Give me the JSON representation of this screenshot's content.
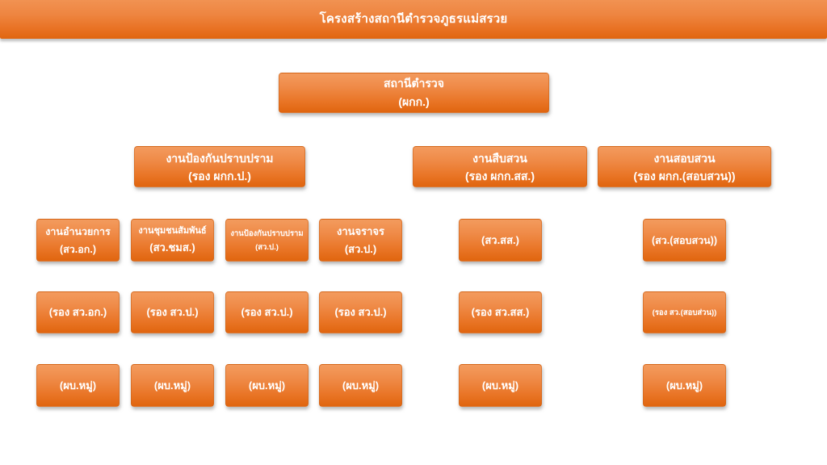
{
  "page": {
    "title": "โครงสร้างสถานีตำรวจภูธรแม่สรวย"
  },
  "theme": {
    "box_gradient_top": "#F39B5E",
    "box_gradient_bottom": "#E0650F",
    "box_border": "#CD661C",
    "text_color": "#FFFFFF",
    "background": "#FFFFFF"
  },
  "org_chart": {
    "root": {
      "line1": "สถานีตำรวจ",
      "line2": "(ผกก.)"
    },
    "divisions": [
      {
        "line1": "งานป้องกันปราบปราม",
        "line2": "(รอง ผกก.ป.)"
      },
      {
        "line1": "งานสืบสวน",
        "line2": "(รอง ผกก.สส.)"
      },
      {
        "line1": "งานสอบสวน",
        "line2": "(รอง ผกก.(สอบสวน))"
      }
    ],
    "units": [
      {
        "line1": "งานอำนวยการ",
        "line2": "(สว.อก.)"
      },
      {
        "line1": "งานชุมชนสัมพันธ์",
        "line2": "(สว.ชมส.)"
      },
      {
        "line1": "งานป้องกันปราบปราม",
        "line2": "(สว.ป.)"
      },
      {
        "line1": "งานจราจร",
        "line2": "(สว.ป.)"
      },
      {
        "line1": "(สว.สส.)",
        "line2": ""
      },
      {
        "line1": "(สว.(สอบสวน))",
        "line2": ""
      }
    ],
    "deputies": [
      "(รอง สว.อก.)",
      "(รอง สว.ป.)",
      "(รอง สว.ป.)",
      "(รอง สว.ป.)",
      "(รอง สว.สส.)",
      "(รอง สว.(สอบส่วน))"
    ],
    "officers": [
      "(ผบ.หมู่)",
      "(ผบ.หมู่)",
      "(ผบ.หมู่)",
      "(ผบ.หมู่)",
      "(ผบ.หมู่)",
      "(ผบ.หมู่)"
    ]
  }
}
